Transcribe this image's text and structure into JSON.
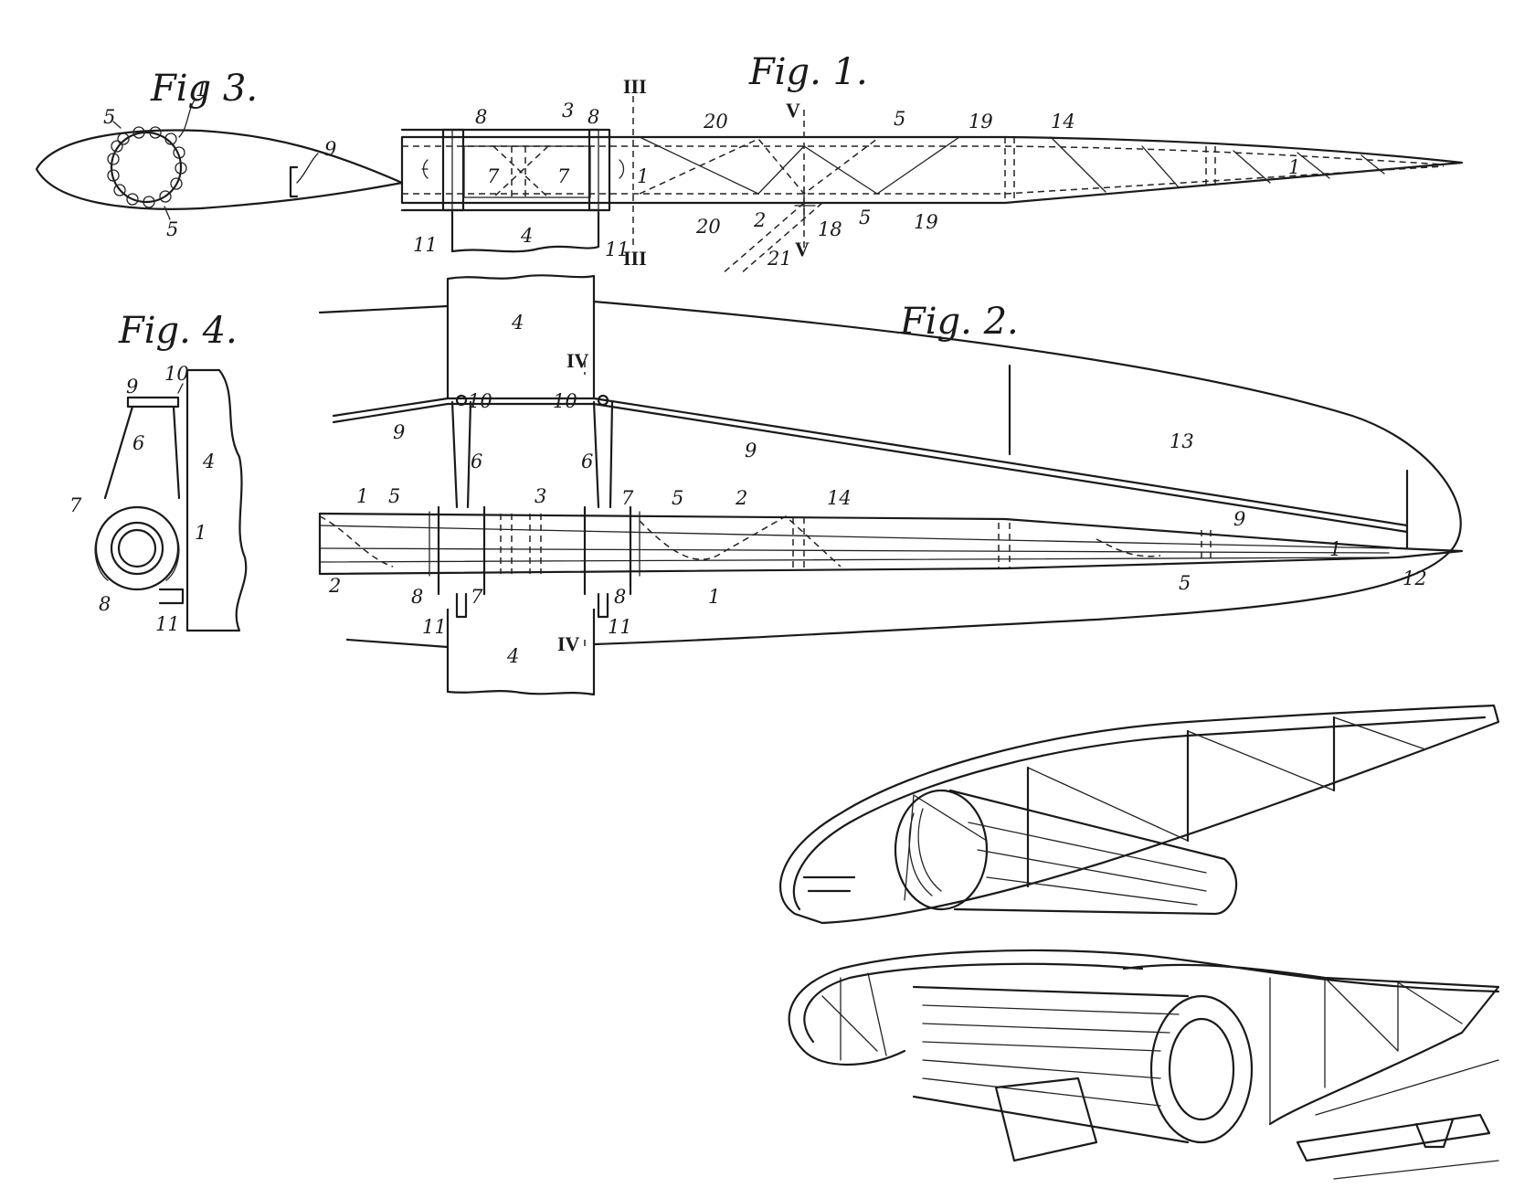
{
  "figures": {
    "fig1": "Fig. 1.",
    "fig2": "Fig. 2.",
    "fig3": "Fig 3.",
    "fig4": "Fig. 4."
  },
  "section_marks": {
    "III": "III",
    "IV": "IV",
    "V": "V"
  },
  "fig1_refs": {
    "r8a": "8",
    "r3": "3",
    "r8b": "8",
    "r20a": "20",
    "r5": "5",
    "r19a": "19",
    "r14": "14",
    "r7a": "7",
    "r7b": "7",
    "r1a": "1",
    "r1b": "1",
    "r11a": "11",
    "r4": "4",
    "r11b": "11",
    "r20b": "20",
    "r2": "2",
    "r18": "18",
    "r21": "21",
    "r5b": "5",
    "r19b": "19"
  },
  "fig2_refs": {
    "r4top": "4",
    "r10a": "10",
    "r10b": "10",
    "r9a": "9",
    "r9b": "9",
    "r9c": "9",
    "r6a": "6",
    "r6b": "6",
    "r13": "13",
    "r1a": "1",
    "r5a": "5",
    "r3": "3",
    "r7": "7",
    "r5b": "5",
    "r2a": "2",
    "r14": "14",
    "r1b": "1",
    "r12": "12",
    "r2b": "2",
    "r8a": "8",
    "r7b": "7",
    "r8b": "8",
    "r11a": "11",
    "r11b": "11",
    "r1c": "1",
    "r5c": "5",
    "r4bot": "4"
  },
  "fig3_refs": {
    "r5a": "5",
    "r1": "1",
    "r9": "9",
    "r5b": "5"
  },
  "fig4_refs": {
    "r9": "9",
    "r10": "10",
    "r6": "6",
    "r4": "4",
    "r7": "7",
    "r1": "1",
    "r8": "8",
    "r11": "11"
  }
}
